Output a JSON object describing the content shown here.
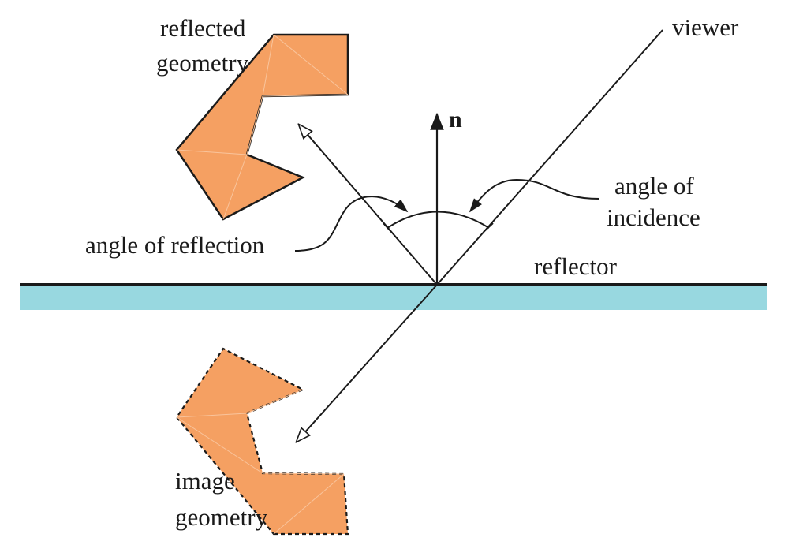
{
  "labels": {
    "reflected_geometry": [
      "reflected",
      "geometry"
    ],
    "viewer": "viewer",
    "normal": "n",
    "angle_of_incidence": [
      "angle of",
      "incidence"
    ],
    "angle_of_reflection": "angle of reflection",
    "reflector": "reflector",
    "image_geometry": [
      "image",
      "geometry"
    ]
  },
  "colors": {
    "geometry_fill": "#f5a062",
    "reflector_band": "#98d8e0",
    "line": "#1a1a1a",
    "background": "#ffffff"
  }
}
